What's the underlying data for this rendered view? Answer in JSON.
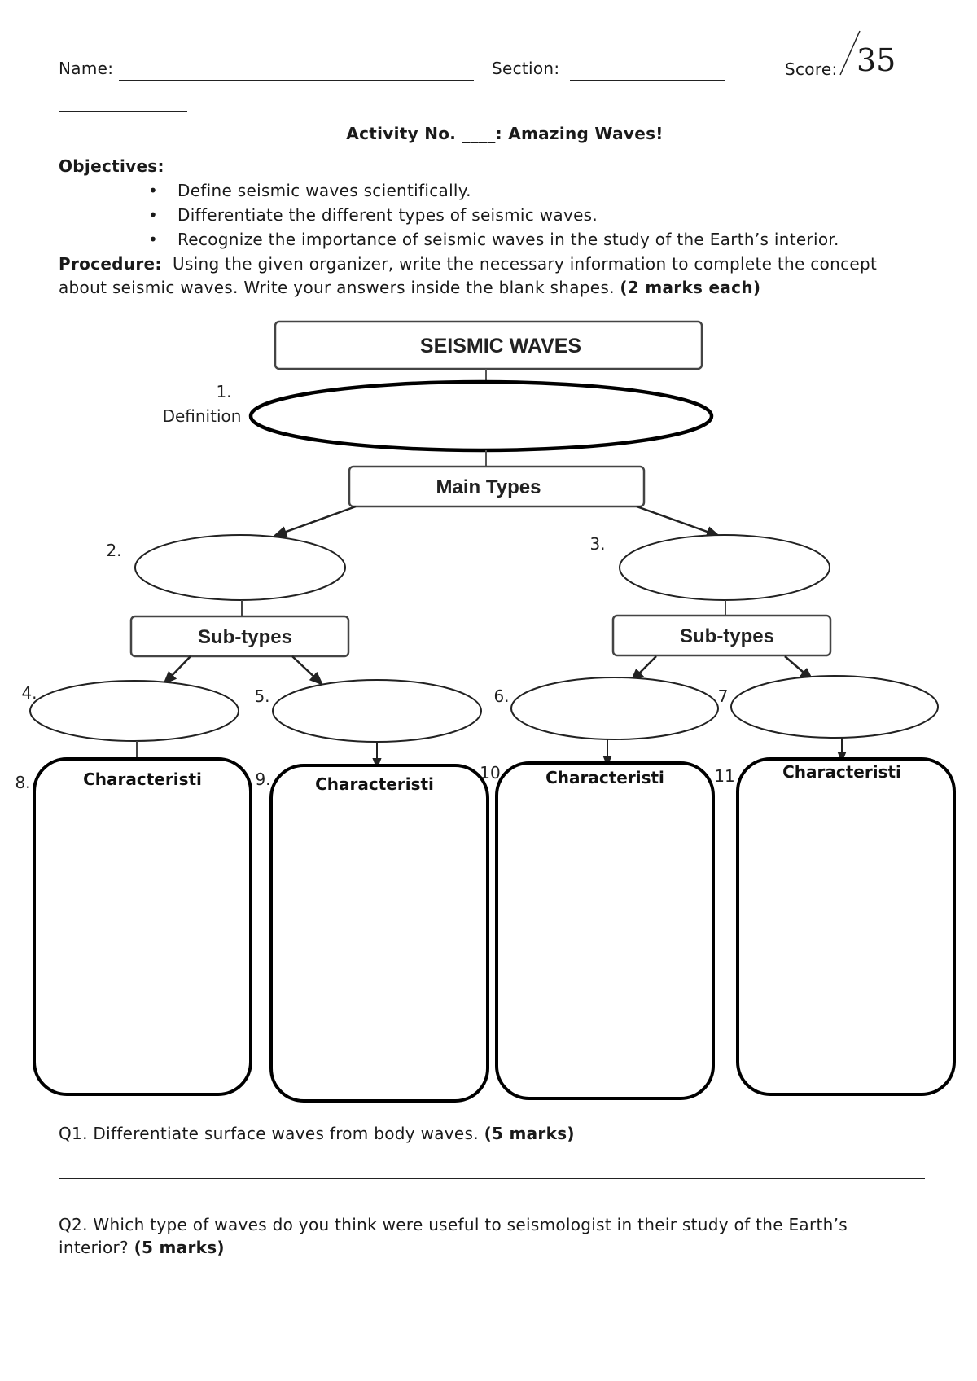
{
  "header": {
    "name_label": "Name:",
    "section_label": "Section:",
    "score_label": "Score:",
    "score_total": "35"
  },
  "activity_title": "Activity No. ____: Amazing Waves!",
  "objectives": {
    "label": "Objectives:",
    "items": [
      "Define seismic waves scientifically.",
      "Differentiate the different types of seismic waves.",
      "Recognize the importance of seismic waves in the study of the Earth’s interior."
    ]
  },
  "procedure": {
    "label": "Procedure:",
    "line1": "Using the given organizer, write the necessary information to complete the concept",
    "line2": "about seismic waves. Write your answers inside the blank shapes.",
    "marks": "(2 marks each)"
  },
  "organizer": {
    "title": "SEISMIC WAVES",
    "definition_number": "1.",
    "definition_label": "Definition",
    "main_types": "Main Types",
    "subtypes_left": "Sub-types",
    "subtypes_right": "Sub-types",
    "numbers": [
      "2.",
      "3.",
      "4.",
      "5.",
      "6.",
      "7",
      "8.",
      "9.",
      "10",
      "11"
    ],
    "characteristics": [
      "Characteristi",
      "Characteristi",
      "Characteristi",
      "Characteristi"
    ]
  },
  "questions": {
    "q1_text": "Q1. Differentiate surface waves from body waves.",
    "q1_marks": "(5 marks)",
    "q2_line1": "Q2. Which type of waves do you think were useful to seismologist in their study of the Earth’s",
    "q2_line2": "interior?",
    "q2_marks": "(5 marks)"
  },
  "colors": {
    "ink": "#1a1a1a",
    "box_border": "#333333"
  }
}
